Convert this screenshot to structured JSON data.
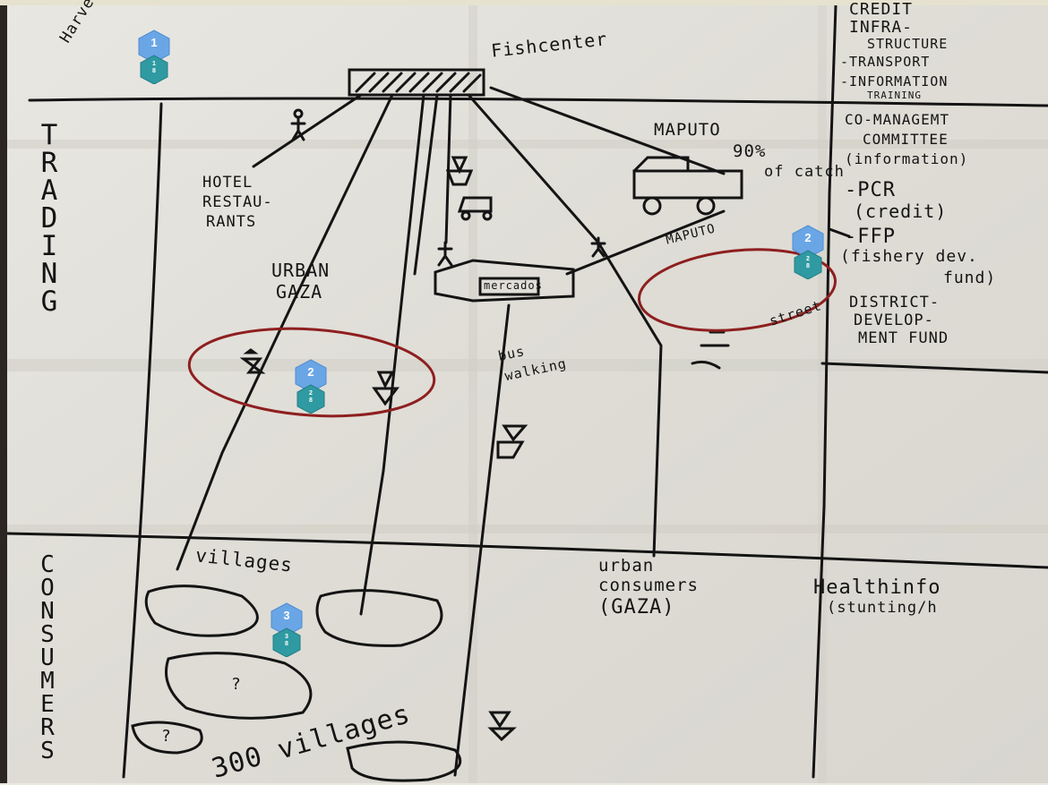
{
  "left_labels": {
    "trading": [
      "T",
      "R",
      "A",
      "D",
      "I",
      "N",
      "G"
    ],
    "consumers": [
      "C",
      "O",
      "N",
      "S",
      "U",
      "M",
      "E",
      "R",
      "S"
    ]
  },
  "map": {
    "harvesting": "Harvesting",
    "fishcenter": "Fishcenter",
    "maputo_top": "MAPUTO",
    "ninety_percent": "90%",
    "of_catch": "of catch",
    "hotel": "HOTEL",
    "restaurants_1": "RESTAU-",
    "restaurants_2": "RANTS",
    "maputo_road": "MAPUTO",
    "urban_gaza_1": "URBAN",
    "urban_gaza_2": "GAZA",
    "mercados": "mercados",
    "street": "street",
    "bus_walking_1": "bus",
    "bus_walking_2": "walking",
    "villages": "villages",
    "question_1": "?",
    "question_2": "?",
    "three_hundred_villages": "300 villages",
    "urban_consumers_1": "urban",
    "urban_consumers_2": "consumers",
    "urban_consumers_3": "(GAZA)",
    "health_1": "Healthinfo",
    "health_2": "(stunting/h"
  },
  "right_column": {
    "credit": "CREDIT",
    "infra_1": "INFRA-",
    "infra_2": "STRUCTURE",
    "transport": "-TRANSPORT",
    "information": "-INFORMATION",
    "training": "TRAINING",
    "comanagement_1": "CO-MANAGEMT",
    "comanagement_2": "COMMITTEE",
    "comanagement_3": "(information)",
    "pcr": "-PCR",
    "pcr_credit": "(credit)",
    "ffp": "-FFP",
    "ffp_1": "(fishery dev.",
    "ffp_2": "fund)",
    "district_1": "DISTRICT-",
    "district_2": "DEVELOP-",
    "district_3": "MENT FUND"
  },
  "markers": [
    {
      "number": "1",
      "sub": "1\n8"
    },
    {
      "number": "2",
      "sub": "2\n8"
    },
    {
      "number": "2",
      "sub": "2\n8"
    },
    {
      "number": "3",
      "sub": "3\n8"
    }
  ],
  "colors": {
    "paper": "#e3e1da",
    "ink": "#141414",
    "red_ink": "#8e1f1f",
    "marker_blue": "#6aa6e6",
    "marker_teal": "#2f9aa2"
  }
}
